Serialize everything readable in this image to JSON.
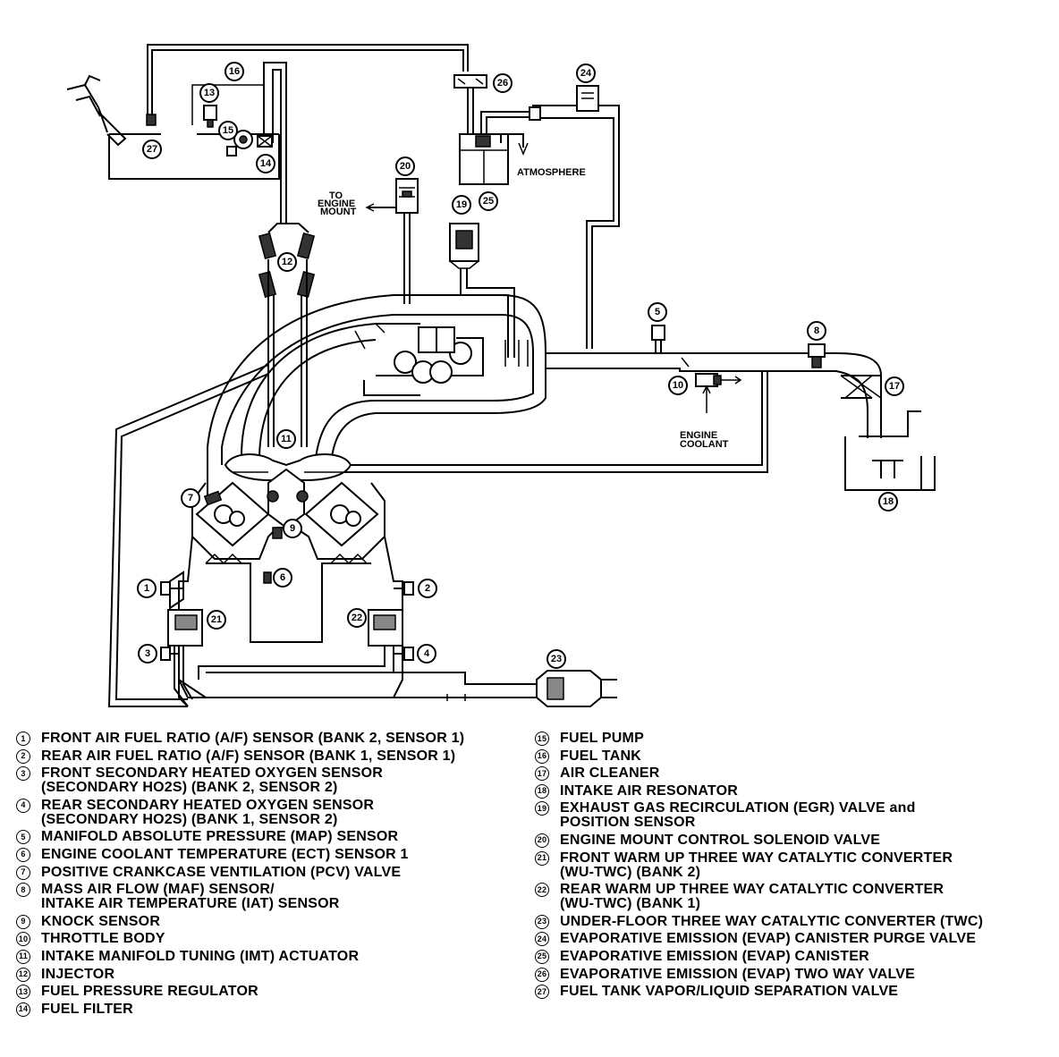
{
  "diagram_labels": {
    "to_engine_mount": "TO\nENGINE\nMOUNT",
    "atmosphere": "ATMOSPHERE",
    "engine_coolant": "ENGINE\nCOOLANT"
  },
  "callouts": [
    "1",
    "2",
    "3",
    "4",
    "5",
    "6",
    "7",
    "8",
    "9",
    "10",
    "11",
    "12",
    "13",
    "14",
    "15",
    "16",
    "17",
    "18",
    "19",
    "20",
    "21",
    "22",
    "23",
    "24",
    "25",
    "26",
    "27"
  ],
  "legend_left": [
    {
      "num": "1",
      "text": "FRONT AIR FUEL RATIO (A/F) SENSOR (BANK 2, SENSOR 1)"
    },
    {
      "num": "2",
      "text": "REAR AIR FUEL RATIO (A/F) SENSOR (BANK 1, SENSOR 1)"
    },
    {
      "num": "3",
      "text": "FRONT SECONDARY HEATED OXYGEN SENSOR\n(SECONDARY HO2S) (BANK 2, SENSOR 2)"
    },
    {
      "num": "4",
      "text": "REAR SECONDARY HEATED OXYGEN SENSOR\n(SECONDARY HO2S) (BANK 1, SENSOR 2)"
    },
    {
      "num": "5",
      "text": "MANIFOLD ABSOLUTE PRESSURE (MAP) SENSOR"
    },
    {
      "num": "6",
      "text": "ENGINE COOLANT TEMPERATURE (ECT) SENSOR 1"
    },
    {
      "num": "7",
      "text": "POSITIVE CRANKCASE VENTILATION (PCV) VALVE"
    },
    {
      "num": "8",
      "text": "MASS AIR FLOW (MAF) SENSOR/\nINTAKE AIR TEMPERATURE (IAT) SENSOR"
    },
    {
      "num": "9",
      "text": "KNOCK SENSOR"
    },
    {
      "num": "10",
      "text": "THROTTLE BODY"
    },
    {
      "num": "11",
      "text": "INTAKE MANIFOLD TUNING (IMT) ACTUATOR"
    },
    {
      "num": "12",
      "text": "INJECTOR"
    },
    {
      "num": "13",
      "text": "FUEL PRESSURE REGULATOR"
    },
    {
      "num": "14",
      "text": "FUEL FILTER"
    }
  ],
  "legend_right": [
    {
      "num": "15",
      "text": "FUEL PUMP"
    },
    {
      "num": "16",
      "text": "FUEL TANK"
    },
    {
      "num": "17",
      "text": "AIR CLEANER"
    },
    {
      "num": "18",
      "text": "INTAKE AIR RESONATOR"
    },
    {
      "num": "19",
      "text": "EXHAUST GAS RECIRCULATION (EGR) VALVE and\nPOSITION SENSOR"
    },
    {
      "num": "20",
      "text": "ENGINE MOUNT CONTROL SOLENOID VALVE"
    },
    {
      "num": "21",
      "text": "FRONT WARM UP THREE WAY CATALYTIC CONVERTER\n(WU-TWC) (BANK 2)"
    },
    {
      "num": "22",
      "text": "REAR WARM UP THREE WAY CATALYTIC CONVERTER\n(WU-TWC) (BANK 1)"
    },
    {
      "num": "23",
      "text": "UNDER-FLOOR THREE WAY CATALYTIC CONVERTER (TWC)"
    },
    {
      "num": "24",
      "text": "EVAPORATIVE EMISSION (EVAP) CANISTER PURGE VALVE"
    },
    {
      "num": "25",
      "text": "EVAPORATIVE EMISSION (EVAP) CANISTER"
    },
    {
      "num": "26",
      "text": "EVAPORATIVE EMISSION (EVAP) TWO WAY VALVE"
    },
    {
      "num": "27",
      "text": "FUEL TANK VAPOR/LIQUID SEPARATION VALVE"
    }
  ]
}
